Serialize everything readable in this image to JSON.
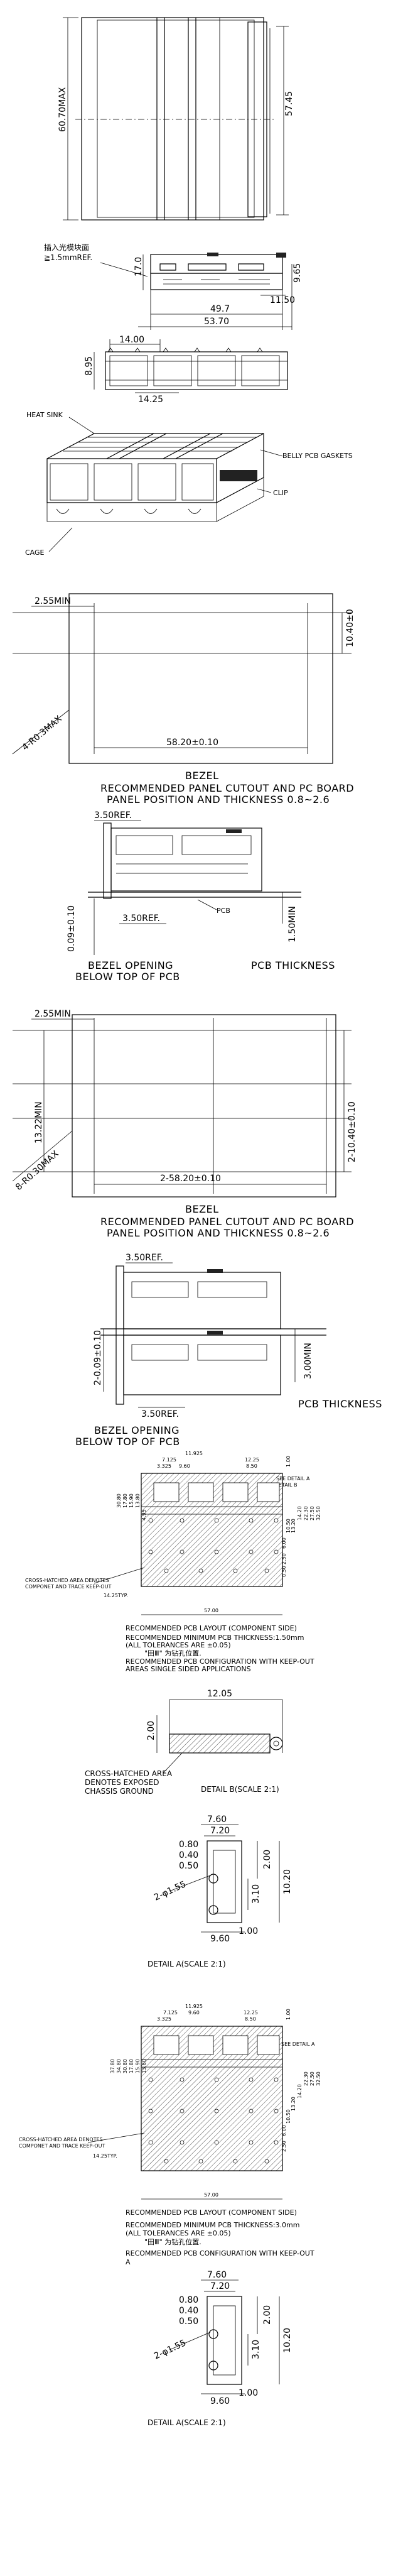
{
  "view1": {
    "dim_height": "60.70MAX",
    "dim_right": "57.45"
  },
  "view2": {
    "note_line1": "插入光模块面",
    "note_line2": "≧1.5mmREF.",
    "dim_left": "17.0",
    "dim_right": "9.65",
    "dim_a": "11.50",
    "dim_b": "49.7",
    "dim_c": "53.70"
  },
  "view3": {
    "dim_top": "14.00",
    "dim_side": "8.95",
    "dim_bottom": "14.25"
  },
  "view4": {
    "heat_sink": "HEAT SINK",
    "gaskets": "BELLY PCB GASKETS",
    "clip": "CLIP",
    "cage": "CAGE"
  },
  "bezel1": {
    "dim_min": "2.55MIN",
    "dim_right": "10.40±0",
    "dim_radius": "4-R0.3MAX",
    "dim_width": "58.20±0.10",
    "label": "BEZEL",
    "caption1": "RECOMMENDED PANEL CUTOUT AND PC BOARD",
    "caption2": "PANEL POSITION AND THICKNESS 0.8~2.6"
  },
  "side1": {
    "dim_ref_top": "3.50REF.",
    "dim_ref_bottom": "3.50REF.",
    "dim_left": "0.09±0.10",
    "dim_right": "1.50MIN",
    "pcb": "PCB",
    "caption_left1": "BEZEL OPENING",
    "caption_left2": "BELOW TOP OF PCB",
    "caption_right": "PCB THICKNESS"
  },
  "bezel2": {
    "dim_min": "2.55MIN",
    "dim_left": "13.22MIN",
    "dim_right": "2-10.40±0.10",
    "dim_radius": "8-R0.30MAX",
    "dim_width": "2-58.20±0.10",
    "label": "BEZEL",
    "caption1": "RECOMMENDED PANEL CUTOUT AND PC BOARD",
    "caption2": "PANEL POSITION AND THICKNESS 0.8~2.6"
  },
  "side2": {
    "dim_ref_top": "3.50REF.",
    "dim_ref_bottom": "3.50REF.",
    "dim_left": "2-0.09±0.10",
    "dim_right": "3.00MIN",
    "caption_right": "PCB THICKNESS",
    "caption_left1": "BEZEL OPENING",
    "caption_left2": "BELOW TOP OF PCB"
  },
  "layout1": {
    "top_dims": [
      "11.925",
      "7.125",
      "3.325",
      "9.60",
      "12.25",
      "8.50",
      "1.00"
    ],
    "see_detail_a": "SEE DETAIL A",
    "see_detail_b": "SEE DETAIL B",
    "left_dims": [
      "30.80",
      "17.80",
      "15.90",
      "13.80",
      "4.95"
    ],
    "right_dims": [
      "32.50",
      "27.50",
      "22.30",
      "14.20",
      "13.20",
      "10.50",
      "6.00",
      "2.50",
      "0.50"
    ],
    "cross_note1": "CROSS-HATCHED AREA DENOTES",
    "cross_note2": "COMPONET AND TRACE KEEP-OUT",
    "pitch": "14.25TYP.",
    "width": "57.00",
    "caption1": "RECOMMENDED PCB LAYOUT (COMPONENT SIDE)",
    "caption2": "RECOMMENDED MINIMUM PCB THICKNESS:1.50mm",
    "caption3": "(ALL TOLERANCES ARE ±0.05)",
    "caption4": "\"田Ⅲ\" 为钻孔位置.",
    "caption5": "RECOMMENDED PCB CONFIGURATION WITH KEEP-OUT",
    "caption6": "AREAS SINGLE SIDED APPLICATIONS"
  },
  "detailB": {
    "dim_top": "12.05",
    "dim_left": "2.00",
    "note1": "CROSS-HATCHED AREA",
    "note2": "DENOTES EXPOSED",
    "note3": "CHASSIS GROUND",
    "title": "DETAIL B(SCALE 2:1)"
  },
  "detailA1": {
    "dims_top": [
      "7.60",
      "7.20"
    ],
    "dims_left": [
      "0.80",
      "0.40",
      "0.50"
    ],
    "dim_hole": "2-φ1.55",
    "dim_mid": "3.10",
    "dim_right1": "2.00",
    "dim_right2": "10.20",
    "dims_bottom": [
      "9.60",
      "1.00"
    ],
    "title": "DETAIL A(SCALE 2:1)"
  },
  "layout2": {
    "top_dims": [
      "11.925",
      "7.125",
      "3.325",
      "9.60",
      "12.25",
      "8.50",
      "1.00"
    ],
    "see_detail": "SEE DETAIL A",
    "left_dims": [
      "37.80",
      "34.80",
      "30.80",
      "17.80",
      "15.90",
      "13.80"
    ],
    "right_dims": [
      "32.50",
      "27.50",
      "22.30",
      "14.20",
      "13.20",
      "10.50",
      "6.00",
      "2.50"
    ],
    "cross_note1": "CROSS-HATCHED AREA DENOTES",
    "cross_note2": "COMPONET AND TRACE KEEP-OUT",
    "pitch": "14.25TYP.",
    "width": "57.00",
    "caption1": "RECOMMENDED PCB LAYOUT (COMPONENT SIDE)",
    "caption2": "RECOMMENDED MINIMUM PCB THICKNESS:3.0mm",
    "caption3": "(ALL TOLERANCES ARE ±0.05)",
    "caption4": "\"田Ⅲ\" 为钻孔位置.",
    "caption5": "RECOMMENDED PCB CONFIGURATION WITH KEEP-OUT",
    "caption6": "A"
  },
  "detailA2": {
    "dims_top": [
      "7.60",
      "7.20"
    ],
    "dims_left": [
      "0.80",
      "0.40",
      "0.50"
    ],
    "dim_hole": "2-φ1.55",
    "dim_mid": "3.10",
    "dim_right1": "2.00",
    "dim_right2": "10.20",
    "dims_bottom": [
      "9.60",
      "1.00"
    ],
    "title": "DETAIL A(SCALE 2:1)"
  }
}
